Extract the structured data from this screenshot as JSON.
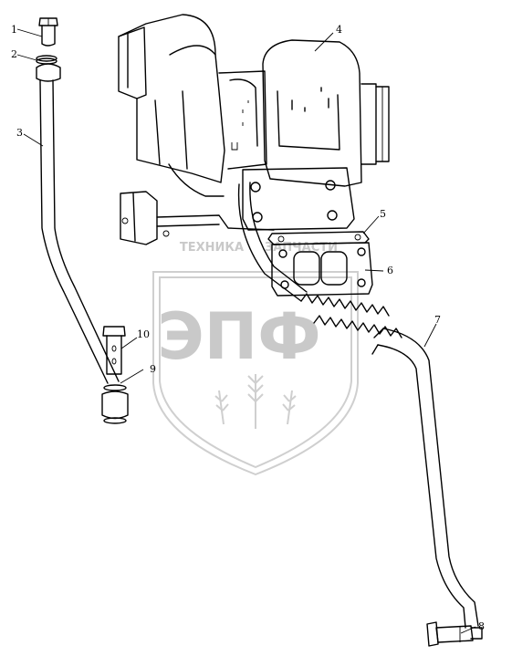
{
  "diagram": {
    "watermark": {
      "line1_left": "ТЕХНИКА",
      "line1_right": "ЗАПЧАСТИ",
      "logo_text": "ЭПФ"
    },
    "callouts": [
      "1",
      "2",
      "3",
      "4",
      "5",
      "6",
      "7",
      "8",
      "9",
      "10"
    ]
  }
}
